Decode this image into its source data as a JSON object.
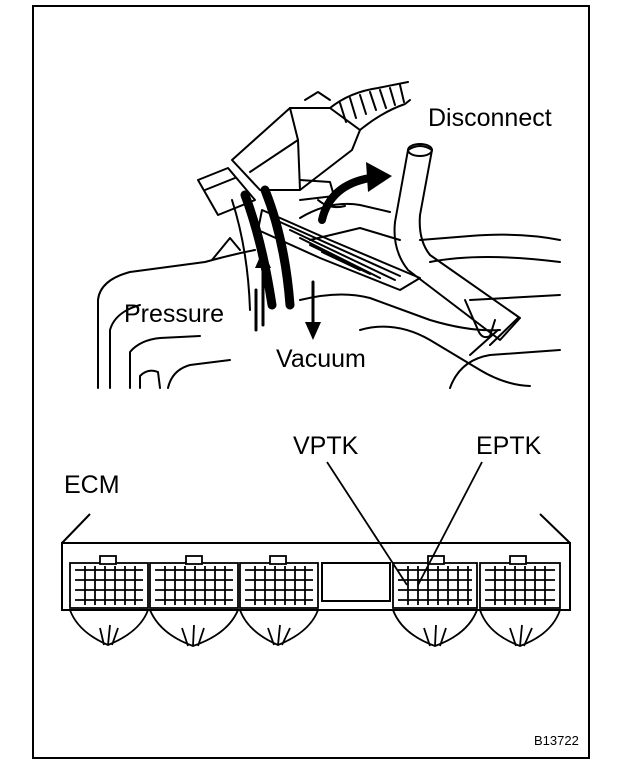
{
  "labels": {
    "disconnect": "Disconnect",
    "pressure": "Pressure",
    "vacuum": "Vacuum",
    "vptk": "VPTK",
    "eptk": "EPTK",
    "ecm": "ECM",
    "figure_id": "B13722"
  }
}
